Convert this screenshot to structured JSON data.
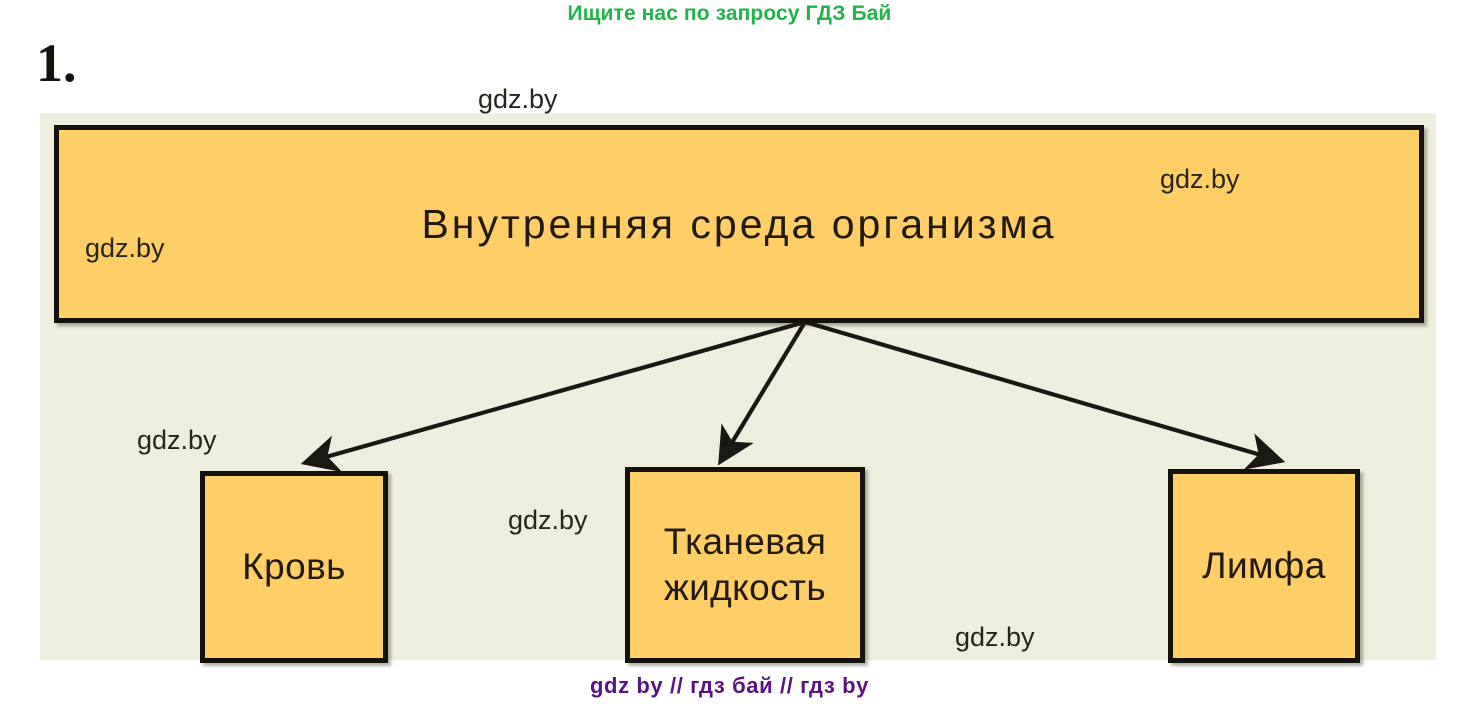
{
  "header": {
    "promo_text": "Ищите нас по запросу ГДЗ Бай",
    "promo_color": "#22b34a"
  },
  "exercise": {
    "number_label": "1."
  },
  "diagram": {
    "title": "Внутренняя среда организма",
    "background_color": "#eeeede",
    "node_fill_color": "#ffce66",
    "node_border_color": "#15120d",
    "root": {
      "label": "Внутренняя среда организма"
    },
    "children": [
      {
        "label": "Кровь"
      },
      {
        "label": "Тканевая\nжидкость"
      },
      {
        "label": "Лимфа"
      }
    ],
    "child_labels": {
      "blood": "Кровь",
      "tissue_line1": "Тканевая",
      "tissue_line2": "жидкость",
      "lymph": "Лимфа"
    }
  },
  "watermarks": {
    "text": "gdz.by",
    "color": "#29241c",
    "items": [
      {
        "text": "gdz.by"
      },
      {
        "text": "gdz.by"
      },
      {
        "text": "gdz.by"
      },
      {
        "text": "gdz.by"
      },
      {
        "text": "gdz.by"
      },
      {
        "text": "gdz.by"
      }
    ]
  },
  "footer": {
    "text": "gdz by  //  гдз бай  //  гдз by",
    "color": "#5b1380"
  }
}
